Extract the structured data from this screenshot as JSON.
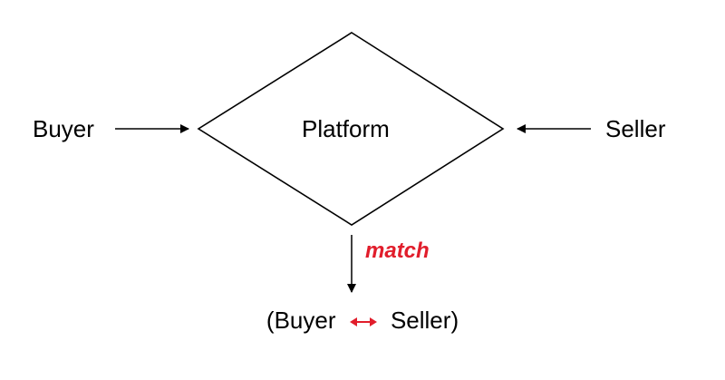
{
  "nodes": {
    "buyer": "Buyer",
    "platform": "Platform",
    "seller": "Seller"
  },
  "edge_label": "match",
  "result": {
    "open": "(",
    "left": "Buyer",
    "right": "Seller",
    "close": ")"
  },
  "colors": {
    "line": "#000000",
    "accent": "#e11d2b"
  }
}
